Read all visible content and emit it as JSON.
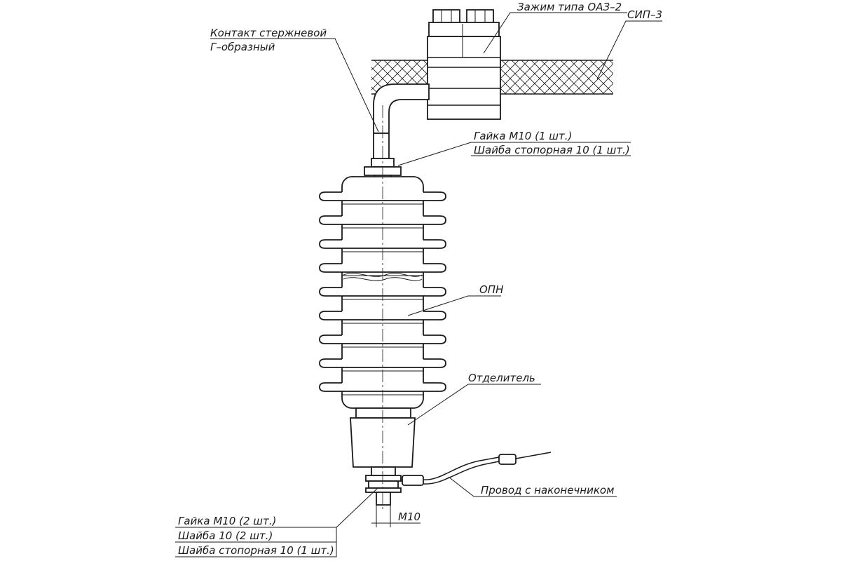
{
  "labels": {
    "contact_line1": "Контакт стержневой",
    "contact_line2": "Г–образный",
    "clamp": "Зажим типа ОАЗ–2",
    "cable": "СИП–3",
    "nut_top": "Гайка М10 (1 шт.)",
    "washer_top": "Шайба стопорная 10 (1 шт.)",
    "arrester": "ОПН",
    "separator": "Отделитель",
    "wire": "Провод с наконечником",
    "nut_bottom": "Гайка М10 (2 шт.)",
    "washer_bottom": "Шайба 10 (2 шт.)",
    "lockwasher_bottom": "Шайба стопорная 10 (1 шт.)",
    "thread_dim": "М10"
  },
  "colors": {
    "line": "#1a1a1a",
    "background": "#ffffff"
  }
}
